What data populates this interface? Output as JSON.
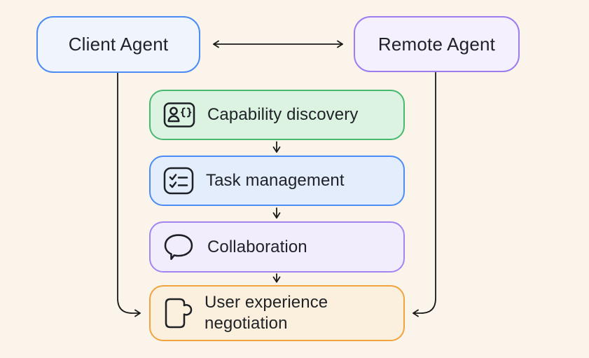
{
  "diagram": {
    "background": "#FAF4EA",
    "arrow_color": "#1A1A1A",
    "text_color": "#1F2227",
    "top_nodes": [
      {
        "label": "Client Agent",
        "fill": "#EFF4FD",
        "border": "#4C8CF5"
      },
      {
        "label": "Remote Agent",
        "fill": "#F5F0FD",
        "border": "#9C7CEF"
      }
    ],
    "flow_nodes": [
      {
        "label": "Capability discovery",
        "icon": "id-card-code-icon",
        "fill": "#DCF3E2",
        "border": "#47B96F"
      },
      {
        "label": "Task management",
        "icon": "checklist-icon",
        "fill": "#E3EDFC",
        "border": "#4C8CF5"
      },
      {
        "label": "Collaboration",
        "icon": "speech-bubble-icon",
        "fill": "#F2EDFC",
        "border": "#A384F1"
      },
      {
        "label": "User experience negotiation",
        "icon": "puzzle-piece-icon",
        "fill": "#FBF0DD",
        "border": "#F1A43E"
      }
    ],
    "connections": [
      {
        "from": "Client Agent",
        "to": "Remote Agent",
        "type": "bidirectional"
      },
      {
        "from": "Client Agent",
        "to": "User experience negotiation",
        "type": "directed"
      },
      {
        "from": "Remote Agent",
        "to": "User experience negotiation",
        "type": "directed"
      },
      {
        "from": "Capability discovery",
        "to": "Task management",
        "type": "directed"
      },
      {
        "from": "Task management",
        "to": "Collaboration",
        "type": "directed"
      },
      {
        "from": "Collaboration",
        "to": "User experience negotiation",
        "type": "directed"
      }
    ]
  }
}
